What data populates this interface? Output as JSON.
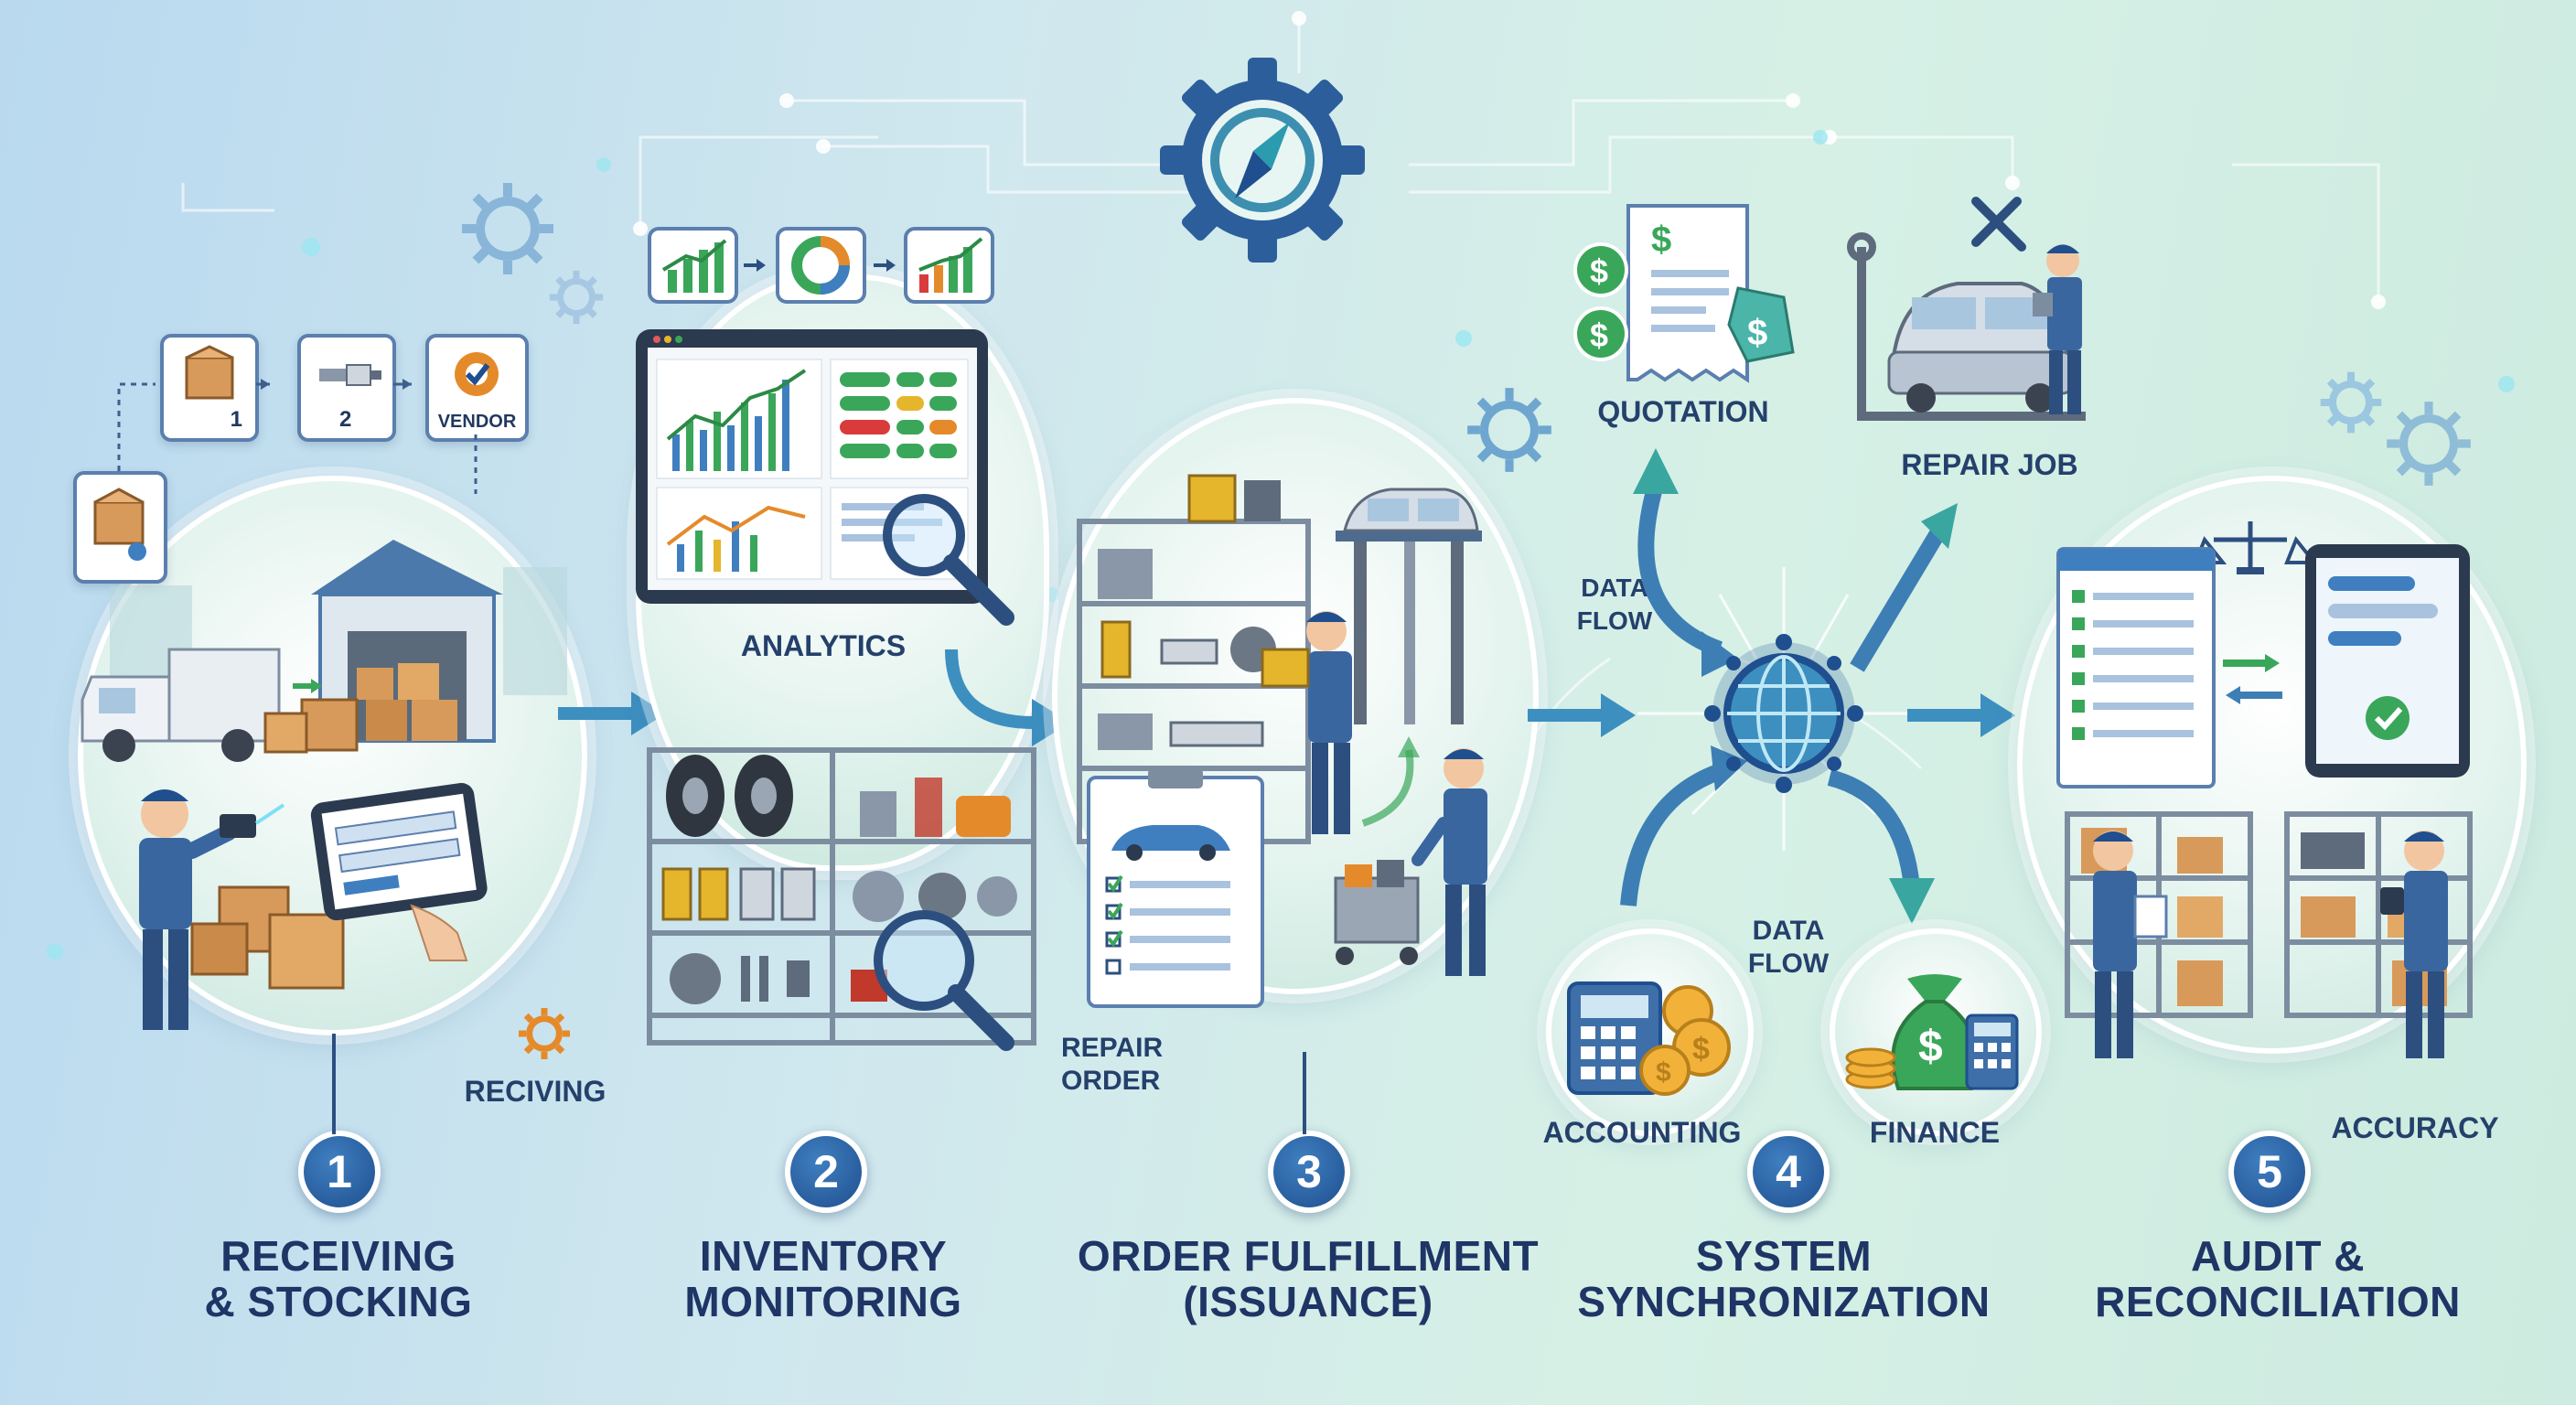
{
  "steps": [
    {
      "number": "1",
      "title": "RECEIVING\n& STOCKING"
    },
    {
      "number": "2",
      "title": "INVENTORY\nMONITORING"
    },
    {
      "number": "3",
      "title": "ORDER FULFILLMENT\n(ISSUANCE)"
    },
    {
      "number": "4",
      "title": "SYSTEM\nSYNCHRONIZATION"
    },
    {
      "number": "5",
      "title": "AUDIT &\nRECONCILIATION"
    }
  ],
  "labels": {
    "receiving": "RECIVING",
    "analytics": "ANALYTICS",
    "repair_order": "REPAIR\nORDER",
    "quotation": "QUOTATION",
    "repair_job": "REPAIR JOB",
    "data_flow_top": "DATA\nFLOW",
    "data_flow_bottom": "DATA\nFLOW",
    "accounting": "ACCOUNTING",
    "finance": "FINANCE",
    "accuracy": "ACCURACY"
  },
  "flow_cards": {
    "card1": "1",
    "card2": "2",
    "vendor": "VENDOR"
  },
  "icons": {
    "hub": "compass-gear-icon",
    "sync": "globe-network-icon"
  },
  "colors": {
    "primary": "#1f4f8f",
    "accent_green": "#3aa65a",
    "accent_orange": "#e58a2b",
    "teal": "#4aa6b8"
  }
}
